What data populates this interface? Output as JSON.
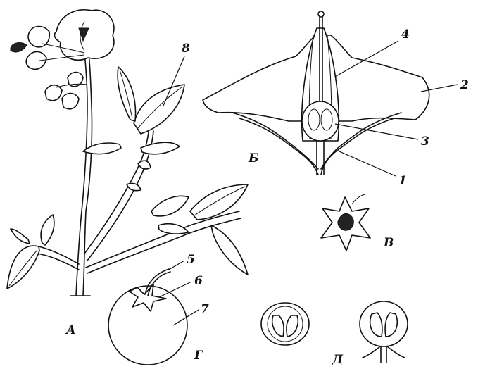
{
  "labels": {
    "panel_a": "А",
    "panel_b": "Б",
    "panel_v": "В",
    "panel_g": "Г",
    "panel_d": "Д",
    "n1": "1",
    "n2": "2",
    "n3": "3",
    "n4": "4",
    "n5": "5",
    "n6": "6",
    "n7": "7",
    "n8": "8"
  }
}
